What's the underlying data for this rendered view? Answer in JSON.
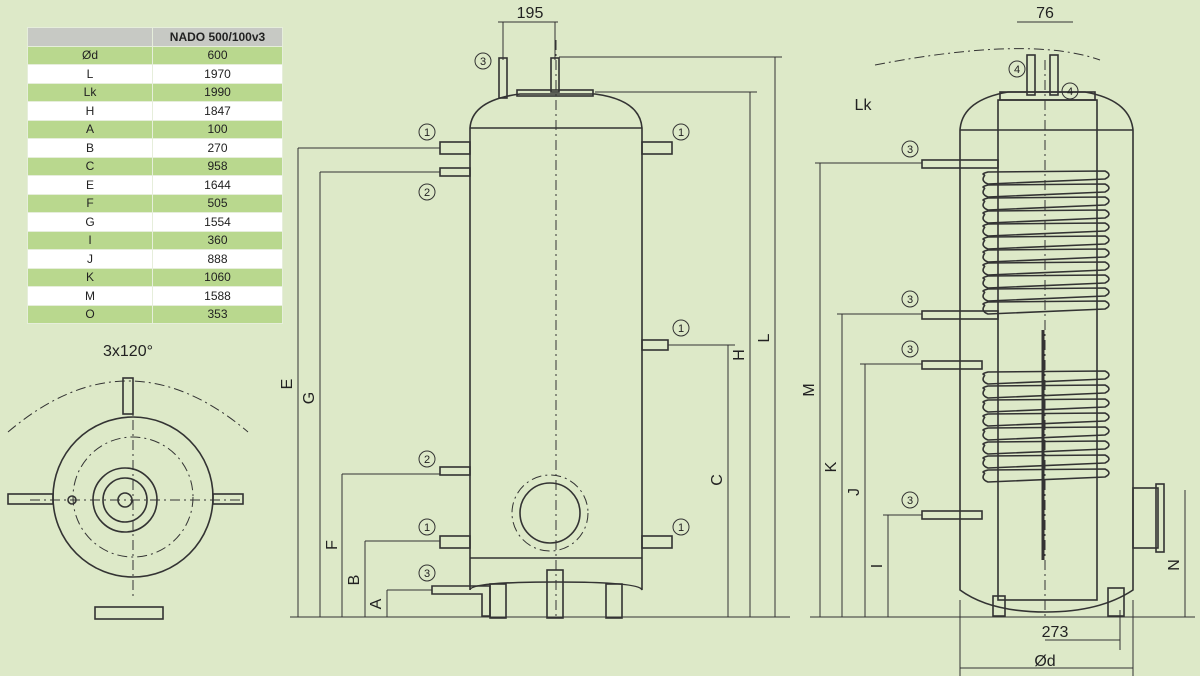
{
  "table": {
    "header": [
      "",
      "NADO 500/100v3"
    ],
    "rows": [
      {
        "label": "Ød",
        "value": "600"
      },
      {
        "label": "L",
        "value": "1970"
      },
      {
        "label": "Lk",
        "value": "1990"
      },
      {
        "label": "H",
        "value": "1847"
      },
      {
        "label": "A",
        "value": "100"
      },
      {
        "label": "B",
        "value": "270"
      },
      {
        "label": "C",
        "value": "958"
      },
      {
        "label": "E",
        "value": "1644"
      },
      {
        "label": "F",
        "value": "505"
      },
      {
        "label": "G",
        "value": "1554"
      },
      {
        "label": "I",
        "value": "360"
      },
      {
        "label": "J",
        "value": "888"
      },
      {
        "label": "K",
        "value": "1060"
      },
      {
        "label": "M",
        "value": "1588"
      },
      {
        "label": "O",
        "value": "353"
      }
    ]
  },
  "top_view": {
    "angle_label": "3x120°"
  },
  "front_view": {
    "width_dim": "195",
    "dims": {
      "E": "E",
      "G": "G",
      "F": "F",
      "B": "B",
      "A": "A",
      "C": "C",
      "H": "H",
      "L": "L"
    },
    "markers": {
      "m1": "1",
      "m2": "2",
      "m3": "3"
    }
  },
  "section_view": {
    "spacing_dim": "76",
    "lk": "Lk",
    "dims": {
      "M": "M",
      "K": "K",
      "J": "J",
      "I": "I",
      "N": "N"
    },
    "offset_dim": "273",
    "diameter": "Ød",
    "markers": {
      "m3": "3",
      "m4": "4"
    }
  }
}
